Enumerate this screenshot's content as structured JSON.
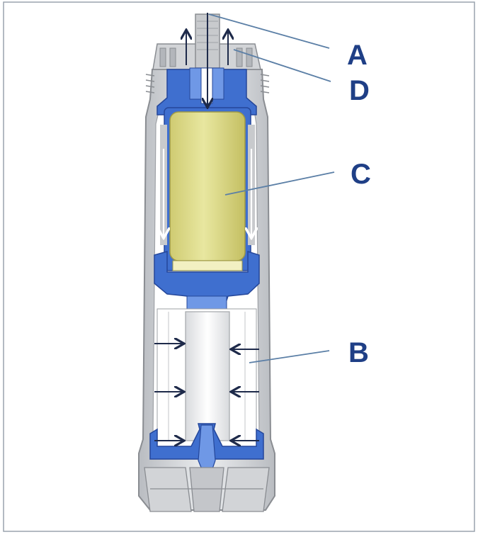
{
  "labels": {
    "a": "A",
    "b": "B",
    "c": "C",
    "d": "D"
  },
  "colors": {
    "housing": "#d4d6d9",
    "housing_edge": "#8a8d92",
    "blue_part": "#3f6fcf",
    "blue_light": "#6f98e6",
    "cartridge": "#e3e28f",
    "cartridge_shade": "#c9c46a",
    "leader_line": "#5b7fa6",
    "arrow": "#1e2a4a",
    "label": "#1f3f86"
  }
}
